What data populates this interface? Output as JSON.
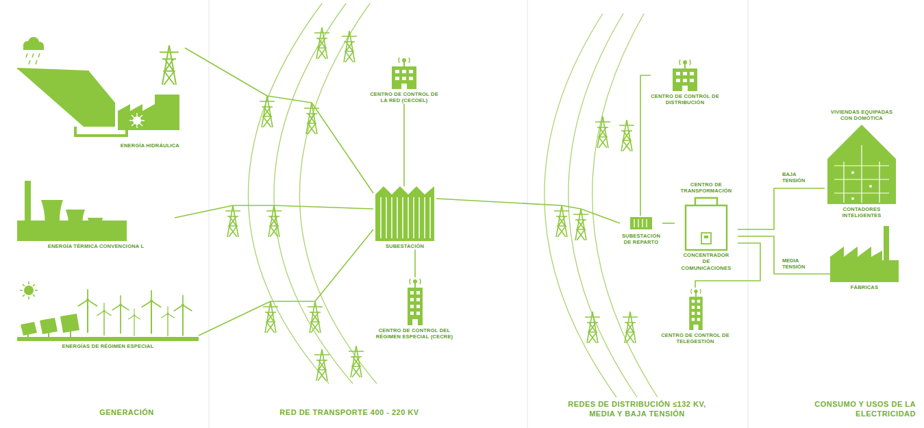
{
  "diagram": {
    "nodes": [
      {
        "text": [
          "ENERGÍA HIDRÁULICA"
        ]
      },
      {
        "text": [
          "ENERGÍA TÉRMICA CONVENCIONA L"
        ]
      },
      {
        "text": [
          "ENERGÍAS DE RÉGIMEN ESPECIAL"
        ]
      },
      {
        "text": [
          "CENTRO DE CONTROL DE LA RED (CECOEL)"
        ]
      },
      {
        "text": [
          "SUBESTACIÓN"
        ]
      },
      {
        "text": [
          "CENTRO DE CONTROL DEL RÉGIMEN ESPECIAL (CECRE)"
        ]
      },
      {
        "text": [
          "CENTRO DE CONTROL DE DISTRIBUCIÓN"
        ]
      },
      {
        "text": [
          "SUBESTACIÓN DE REPARTO"
        ]
      },
      {
        "text": [
          "CENTRO DE TRANSFORMACIÓN"
        ]
      },
      {
        "text": [
          "CONCENTRADOR DE COMUNICACIONES"
        ],
        "in": 8
      },
      {
        "text": [
          "CENTRO DE CONTROL DE TELEGESTIÓN"
        ]
      },
      {
        "text": [
          "VIVIENDAS EQUIPADAS CON DOMÓTICA",
          "CONTADORES INTELIGENTES"
        ]
      },
      {
        "text": [
          "FÁBRICAS"
        ]
      }
    ],
    "edges": [
      {
        "from": 0,
        "to": 4,
        "arrow": "none"
      },
      {
        "from": 1,
        "to": 4,
        "arrow": "none"
      },
      {
        "from": 2,
        "to": 4,
        "arrow": "none"
      },
      {
        "from": 3,
        "to": 4,
        "arrow": "none"
      },
      {
        "from": 5,
        "to": 4,
        "arrow": "none"
      },
      {
        "from": 4,
        "to": 7,
        "arrow": "none"
      },
      {
        "from": 6,
        "to": 7,
        "arrow": "none"
      },
      {
        "from": 7,
        "to": 8,
        "arrow": "none"
      },
      {
        "from": 8,
        "to": 11,
        "label": "BAJA TENSIÓN",
        "arrow": "none"
      },
      {
        "from": 8,
        "to": 12,
        "label": "MEDIA TENSIÓN",
        "arrow": "none"
      },
      {
        "from": 8,
        "to": 10,
        "arrow": "none"
      }
    ],
    "labels": [
      "GENERACIÓN",
      "RED DE TRANSPORTE 400 - 220 KV",
      "REDES DE DISTRIBUCIÓN ≤132 KV, MEDIA Y BAJA TENSIÓN",
      "CONSUMO Y USOS DE LA ELECTRICIDAD"
    ]
  }
}
